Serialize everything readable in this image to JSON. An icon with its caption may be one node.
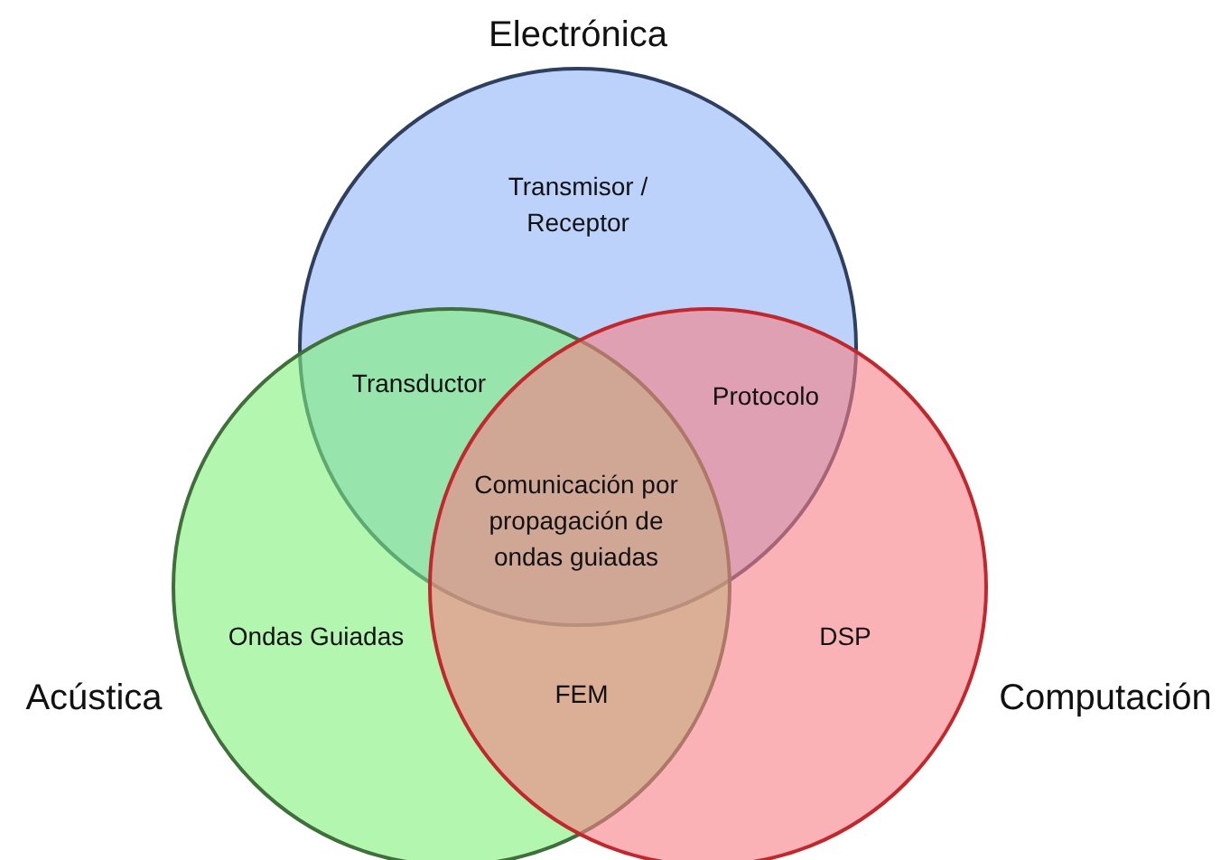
{
  "diagram": {
    "nodes": [
      {
        "text": [
          "Electrónica",
          "Transmisor / Receptor"
        ]
      },
      {
        "text": [
          "Acústica",
          "Ondas Guiadas"
        ]
      },
      {
        "text": [
          "Computación",
          "DSP"
        ]
      }
    ],
    "labels": [
      "Transductor",
      "Protocolo",
      "Comunicación por propagación de ondas guiadas",
      "FEM"
    ]
  }
}
